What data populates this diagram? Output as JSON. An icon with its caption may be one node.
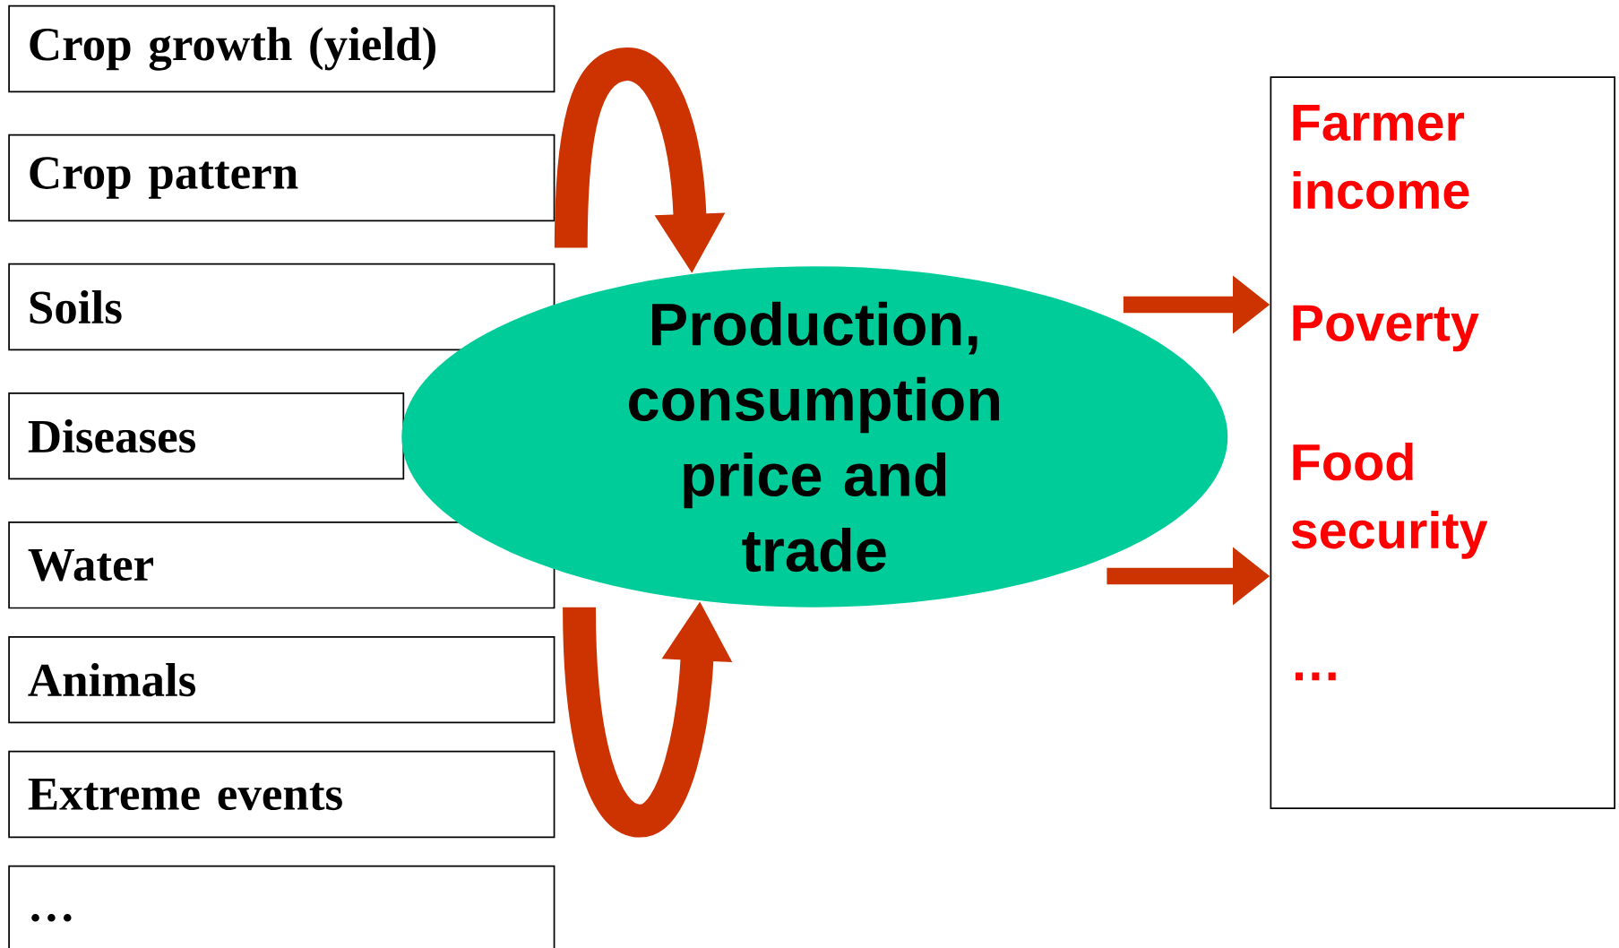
{
  "diagram": {
    "nodes": [
      {
        "text": [
          "Crop growth (yield)"
        ]
      },
      {
        "text": [
          "Crop pattern"
        ]
      },
      {
        "text": [
          "Soils"
        ]
      },
      {
        "text": [
          "Diseases"
        ]
      },
      {
        "text": [
          "Water"
        ]
      },
      {
        "text": [
          "Animals"
        ]
      },
      {
        "text": [
          "Extreme events"
        ]
      },
      {
        "text": [
          "…"
        ]
      },
      {
        "text": [
          "Production, consumption price and trade"
        ]
      },
      {
        "text": [
          "Farmer income",
          "Poverty",
          "Food security",
          "…"
        ]
      }
    ],
    "edges": [
      {
        "from": null,
        "to": 8,
        "arrow": "to",
        "style": "thick"
      },
      {
        "from": null,
        "to": 8,
        "arrow": "to",
        "style": "thick"
      },
      {
        "from": 8,
        "to": 9,
        "arrow": "to"
      },
      {
        "from": 8,
        "to": 9,
        "arrow": "to"
      }
    ]
  }
}
